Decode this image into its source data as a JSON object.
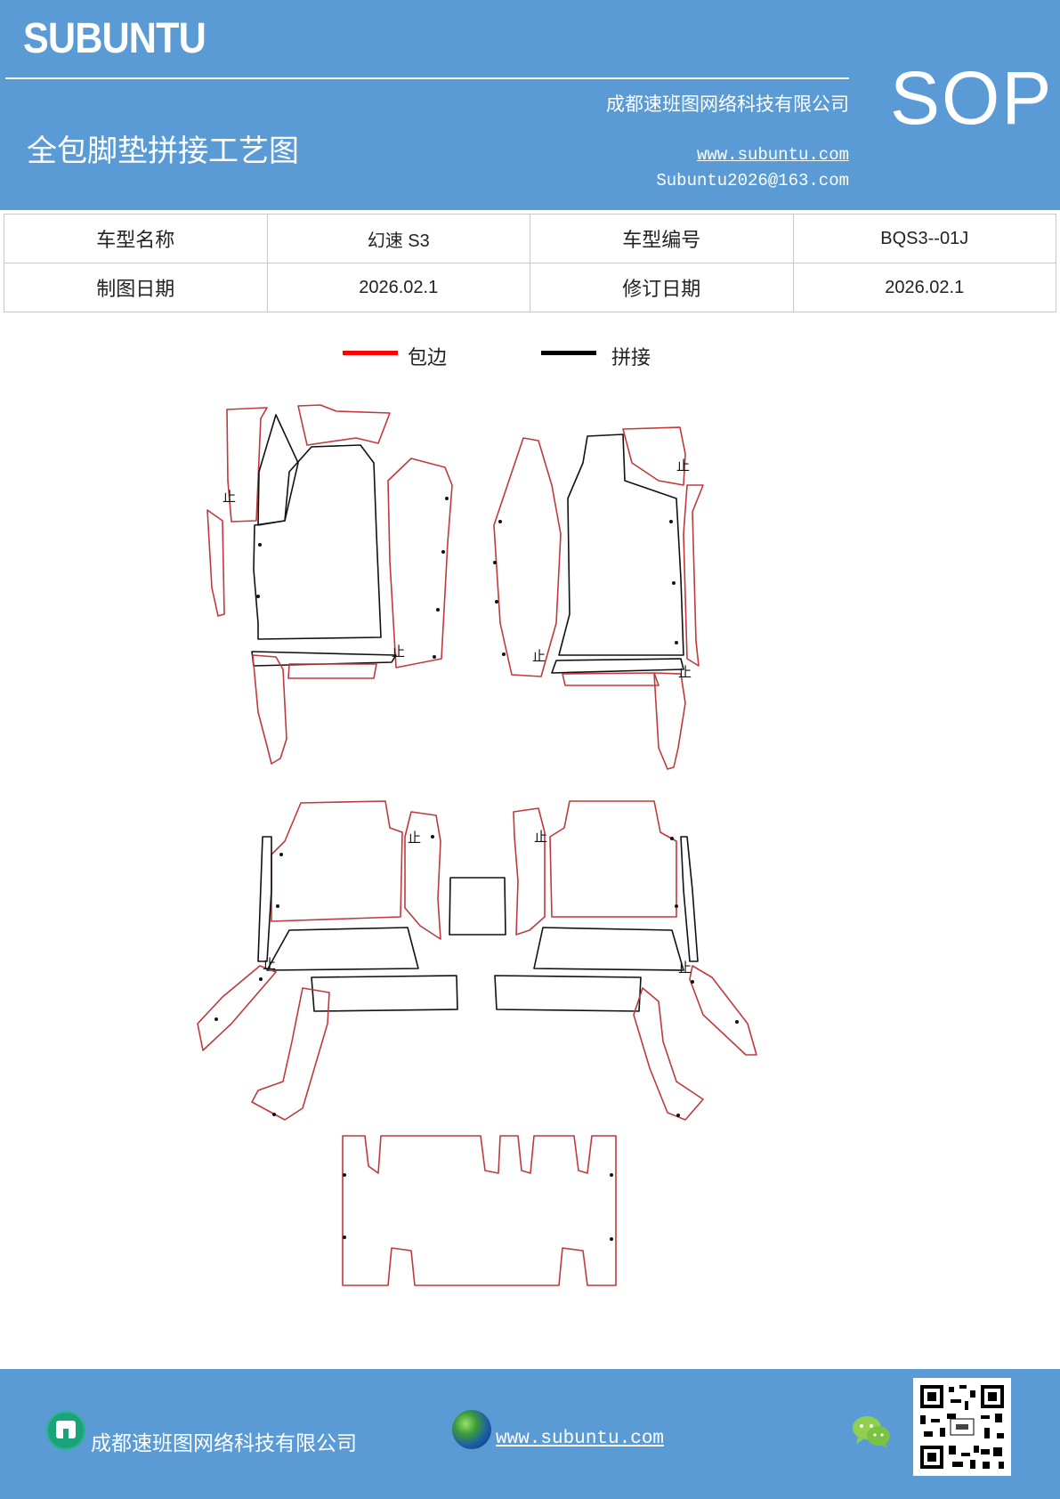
{
  "header": {
    "brand": "SUBUNTU",
    "company": "成都速班图网络科技有限公司",
    "title": "全包脚垫拼接工艺图",
    "website": "www.subuntu.com",
    "email": "Subuntu2026@163.com",
    "badge": "SOP"
  },
  "info": {
    "model_name_label": "车型名称",
    "model_name_value": "幻速 S3",
    "model_code_label": "车型编号",
    "model_code_value": "BQS3--01J",
    "draw_date_label": "制图日期",
    "draw_date_value": "2026.02.1",
    "revise_date_label": "修订日期",
    "revise_date_value": "2026.02.1"
  },
  "legend": {
    "edge_label": "包边",
    "edge_color": "#ff0000",
    "seam_label": "拼接",
    "seam_color": "#000000"
  },
  "drawing": {
    "stop_mark": "止",
    "edge_color": "#c0393b",
    "seam_color": "#111111"
  },
  "footer": {
    "company": "成都速班图网络科技有限公司",
    "website": "www.subuntu.com",
    "building_icon": "building-icon",
    "globe_icon": "globe-icon",
    "wechat_icon": "wechat-icon",
    "qr_code": "qr-code",
    "brand_color": "#5b9bd5"
  }
}
